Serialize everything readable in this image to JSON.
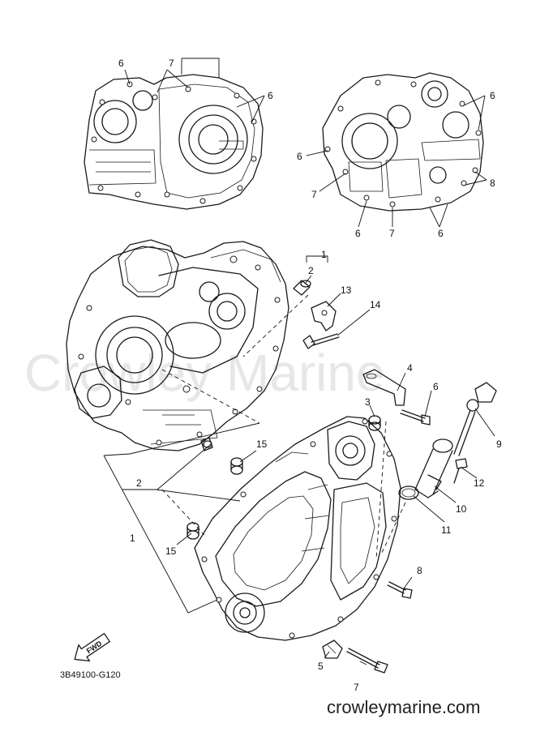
{
  "watermark": "Crowley Marine",
  "diagram_code": "3B49100-G120",
  "site_url": "crowleymarine.com",
  "fwd_label": "FWD",
  "callouts": {
    "c6_top_left": "6",
    "c7_top_left": "7",
    "c6_top_mid": "6",
    "c6_top_right": "6",
    "c6_right_side": "6",
    "c7_right_mid": "7",
    "c8_right": "8",
    "c6_right_bottom_a": "6",
    "c7_right_bottom": "7",
    "c6_right_bottom_b": "6",
    "c1_top": "1",
    "c2_top": "2",
    "c13": "13",
    "c14": "14",
    "c4": "4",
    "c6_mid": "6",
    "c3": "3",
    "c9": "9",
    "c15_upper": "15",
    "c2_left": "2",
    "c12": "12",
    "c10": "10",
    "c11": "11",
    "c1_left": "1",
    "c15_lower": "15",
    "c8_bottom": "8",
    "c5": "5",
    "c7_bottom": "7"
  }
}
